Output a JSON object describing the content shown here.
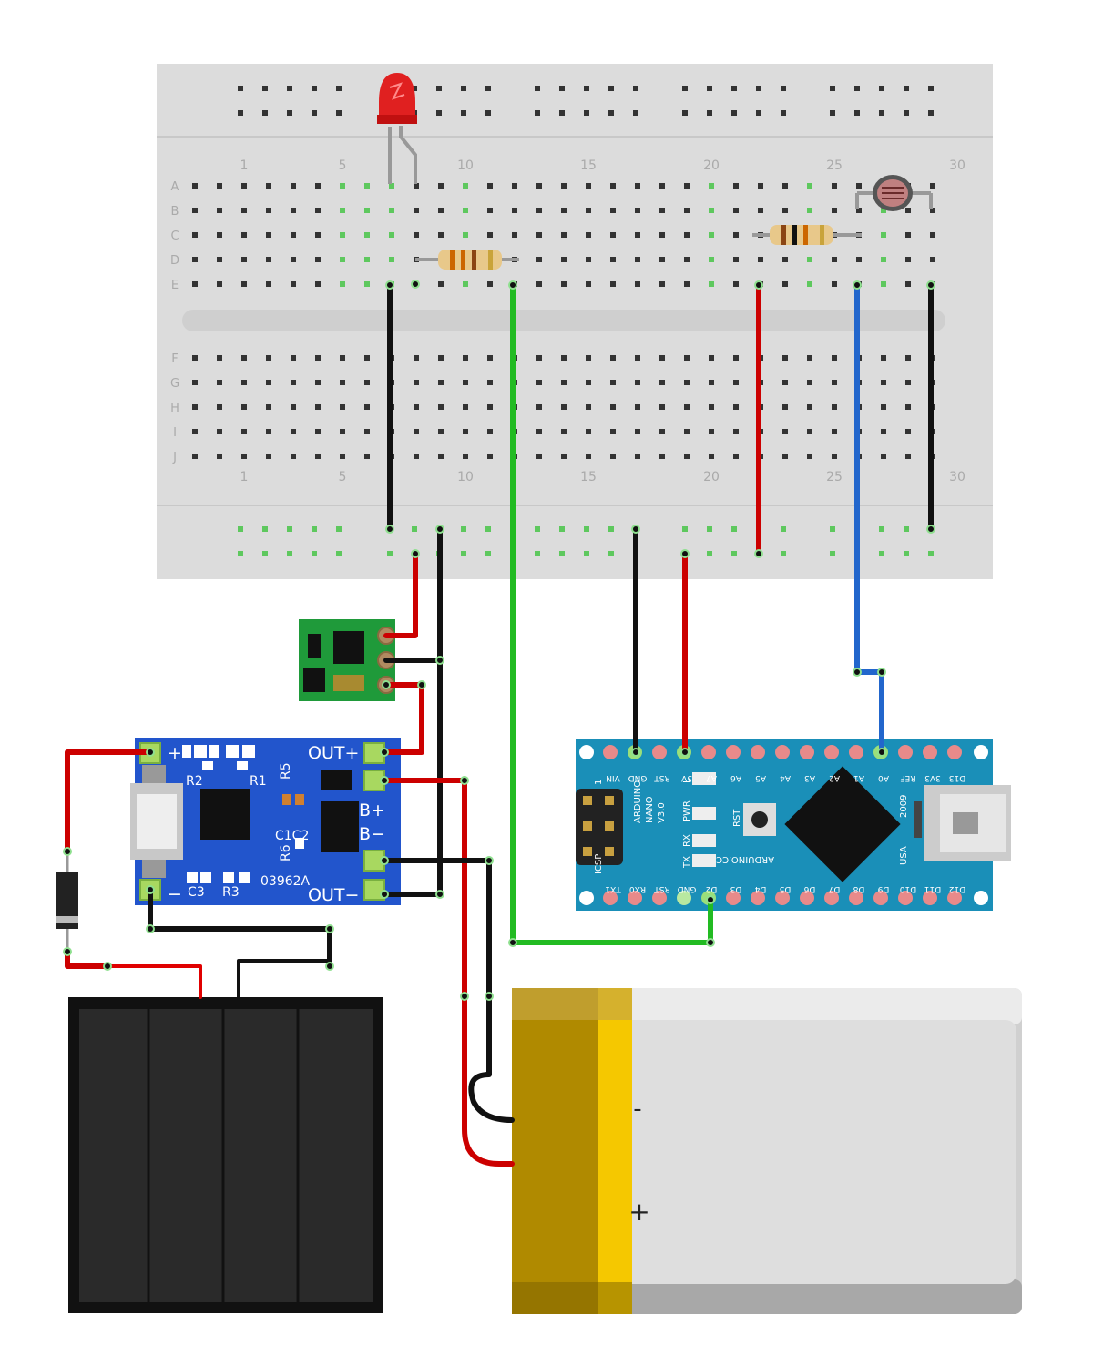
{
  "breadboard": {
    "row_labels": [
      "A",
      "B",
      "C",
      "D",
      "E",
      "F",
      "G",
      "H",
      "I",
      "J"
    ],
    "column_labels": [
      "1",
      "5",
      "10",
      "15",
      "20",
      "25",
      "30"
    ]
  },
  "charger": {
    "plus": "+",
    "minus": "−",
    "out_plus": "OUT+",
    "out_minus": "OUT−",
    "b_plus": "B+",
    "b_minus": "B−",
    "r1": "R1",
    "r2": "R2",
    "r3": "R3",
    "r5": "R5",
    "r6": "R6",
    "c1c2": "C1C2",
    "c3": "C3",
    "code": "03962A"
  },
  "nano": {
    "top_pins": [
      "VIN",
      "GND",
      "RST",
      "5V",
      "A7",
      "A6",
      "A5",
      "A4",
      "A3",
      "A2",
      "A1",
      "A0",
      "REF",
      "3V3",
      "D13"
    ],
    "bottom_pins": [
      "TX1",
      "RX0",
      "RST",
      "GND",
      "D2",
      "D3",
      "D4",
      "D5",
      "D6",
      "D7",
      "D8",
      "D9",
      "D10",
      "D11",
      "D12"
    ],
    "name": "ARDUINO",
    "model": "NANO",
    "version": "V3.0",
    "icsp": "ICSP",
    "icsp_num": "1",
    "site": "ARDUINO.CC",
    "year": "2009",
    "usa": "USA",
    "rst": "RST",
    "led_l": "L",
    "led_pwr": "PWR",
    "led_rx": "RX",
    "led_tx": "TX"
  },
  "battery": {
    "minus": "-",
    "plus": "+"
  },
  "colors": {
    "wire_red": "#cc0000",
    "wire_black": "#111111",
    "wire_green": "#22bb22",
    "wire_blue": "#2266cc",
    "pcb_blue": "#1a8fb8",
    "charger_blue": "#2255cc",
    "battery_gold": "#b08a00",
    "battery_yellow": "#f5c800",
    "battery_gray": "#dcdcdc"
  }
}
